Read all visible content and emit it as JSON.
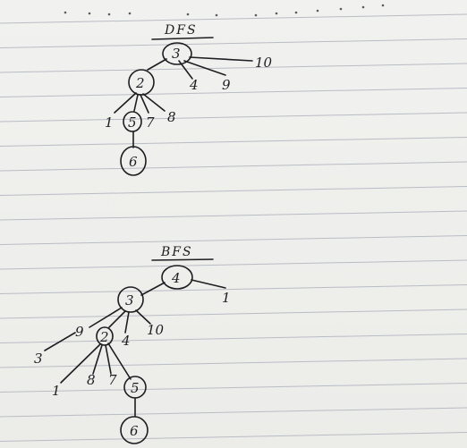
{
  "notebook": {
    "paper_color": "#eeeeec",
    "ink_color": "#1e1e22",
    "rule_color": "#b9bcc4"
  },
  "dfs_tree": {
    "title": "DFS",
    "root": "3",
    "root_children": [
      "2",
      "4",
      "9",
      "10"
    ],
    "node_2_children": [
      "1",
      "5",
      "7",
      "8"
    ],
    "node_5_children": [
      "6"
    ]
  },
  "bfs_tree": {
    "title": "BFS",
    "root": "4",
    "root_children": [
      "3",
      "1"
    ],
    "node_3_children": [
      "9",
      "2",
      "4",
      "10"
    ],
    "node_9_children": [
      "3"
    ],
    "node_2_children": [
      "1",
      "8",
      "7",
      "5"
    ],
    "node_5_children": [
      "6"
    ]
  }
}
